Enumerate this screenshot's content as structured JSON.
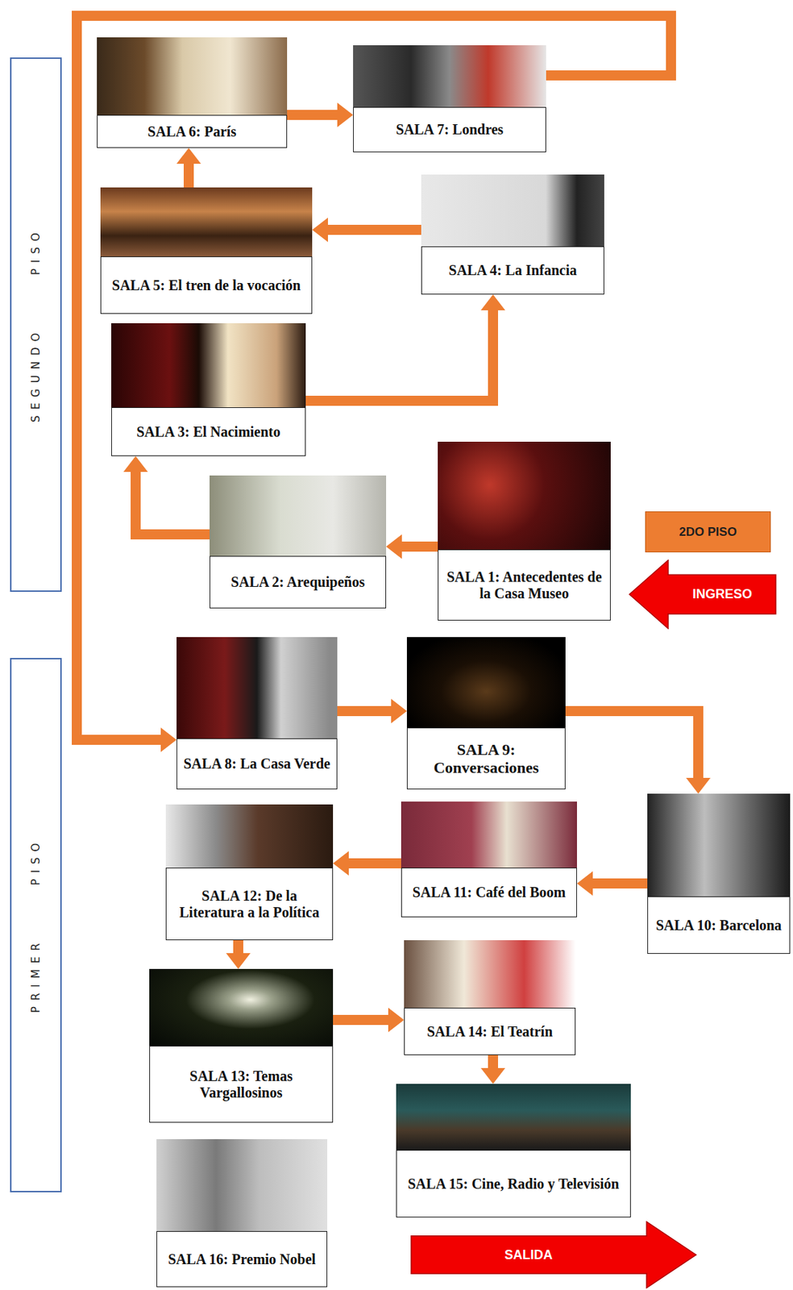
{
  "diagram": {
    "nodes": [
      {
        "text": [
          "SEGUNDO PISO"
        ]
      },
      {
        "text": [
          "2DO PISO"
        ]
      },
      {
        "text": [
          "INGRESO"
        ]
      },
      {
        "text": [
          "SALA 1: Antecedentes de la Casa Museo"
        ]
      },
      {
        "text": [
          "SALA 2: Arequipeños"
        ]
      },
      {
        "text": [
          "SALA 3: El Nacimiento"
        ]
      },
      {
        "text": [
          "SALA 4: La Infancia"
        ]
      },
      {
        "text": [
          "SALA 5: El tren de la vocación"
        ]
      },
      {
        "text": [
          "SALA 6: París"
        ]
      },
      {
        "text": [
          "SALA 7: Londres"
        ]
      },
      {
        "text": [
          "PRIMER PISO"
        ]
      },
      {
        "text": [
          "SALA 8: La Casa Verde"
        ]
      },
      {
        "text": [
          "SALA 9: Conversaciones"
        ]
      },
      {
        "text": [
          "SALA 10: Barcelona"
        ]
      },
      {
        "text": [
          "SALA 11: Café del Boom"
        ]
      },
      {
        "text": [
          "SALA 12: De la Literatura a la Política"
        ]
      },
      {
        "text": [
          "SALA 13: Temas Vargallosinos"
        ]
      },
      {
        "text": [
          "SALA 14: El Teatrín"
        ]
      },
      {
        "text": [
          "SALA 15: Cine, Radio y Televisión"
        ]
      },
      {
        "text": [
          "SALA 16: Premio Nobel"
        ]
      },
      {
        "text": [
          "SALIDA"
        ]
      }
    ],
    "edges": [
      {
        "from": 3,
        "to": 4,
        "arrow": "to"
      },
      {
        "from": 4,
        "to": 5,
        "arrow": "to"
      },
      {
        "from": 5,
        "to": 6,
        "arrow": "to"
      },
      {
        "from": 6,
        "to": 7,
        "arrow": "to"
      },
      {
        "from": 7,
        "to": 8,
        "arrow": "to"
      },
      {
        "from": 8,
        "to": 9,
        "arrow": "to"
      },
      {
        "from": 9,
        "to": 11,
        "arrow": "to"
      },
      {
        "from": 11,
        "to": 12,
        "arrow": "to"
      },
      {
        "from": 12,
        "to": 13,
        "arrow": "to"
      },
      {
        "from": 13,
        "to": 14,
        "arrow": "to"
      },
      {
        "from": 14,
        "to": 15,
        "arrow": "to"
      },
      {
        "from": 15,
        "to": 16,
        "arrow": "to"
      },
      {
        "from": 16,
        "to": 17,
        "arrow": "to"
      },
      {
        "from": 17,
        "to": 18,
        "arrow": "to"
      }
    ]
  }
}
